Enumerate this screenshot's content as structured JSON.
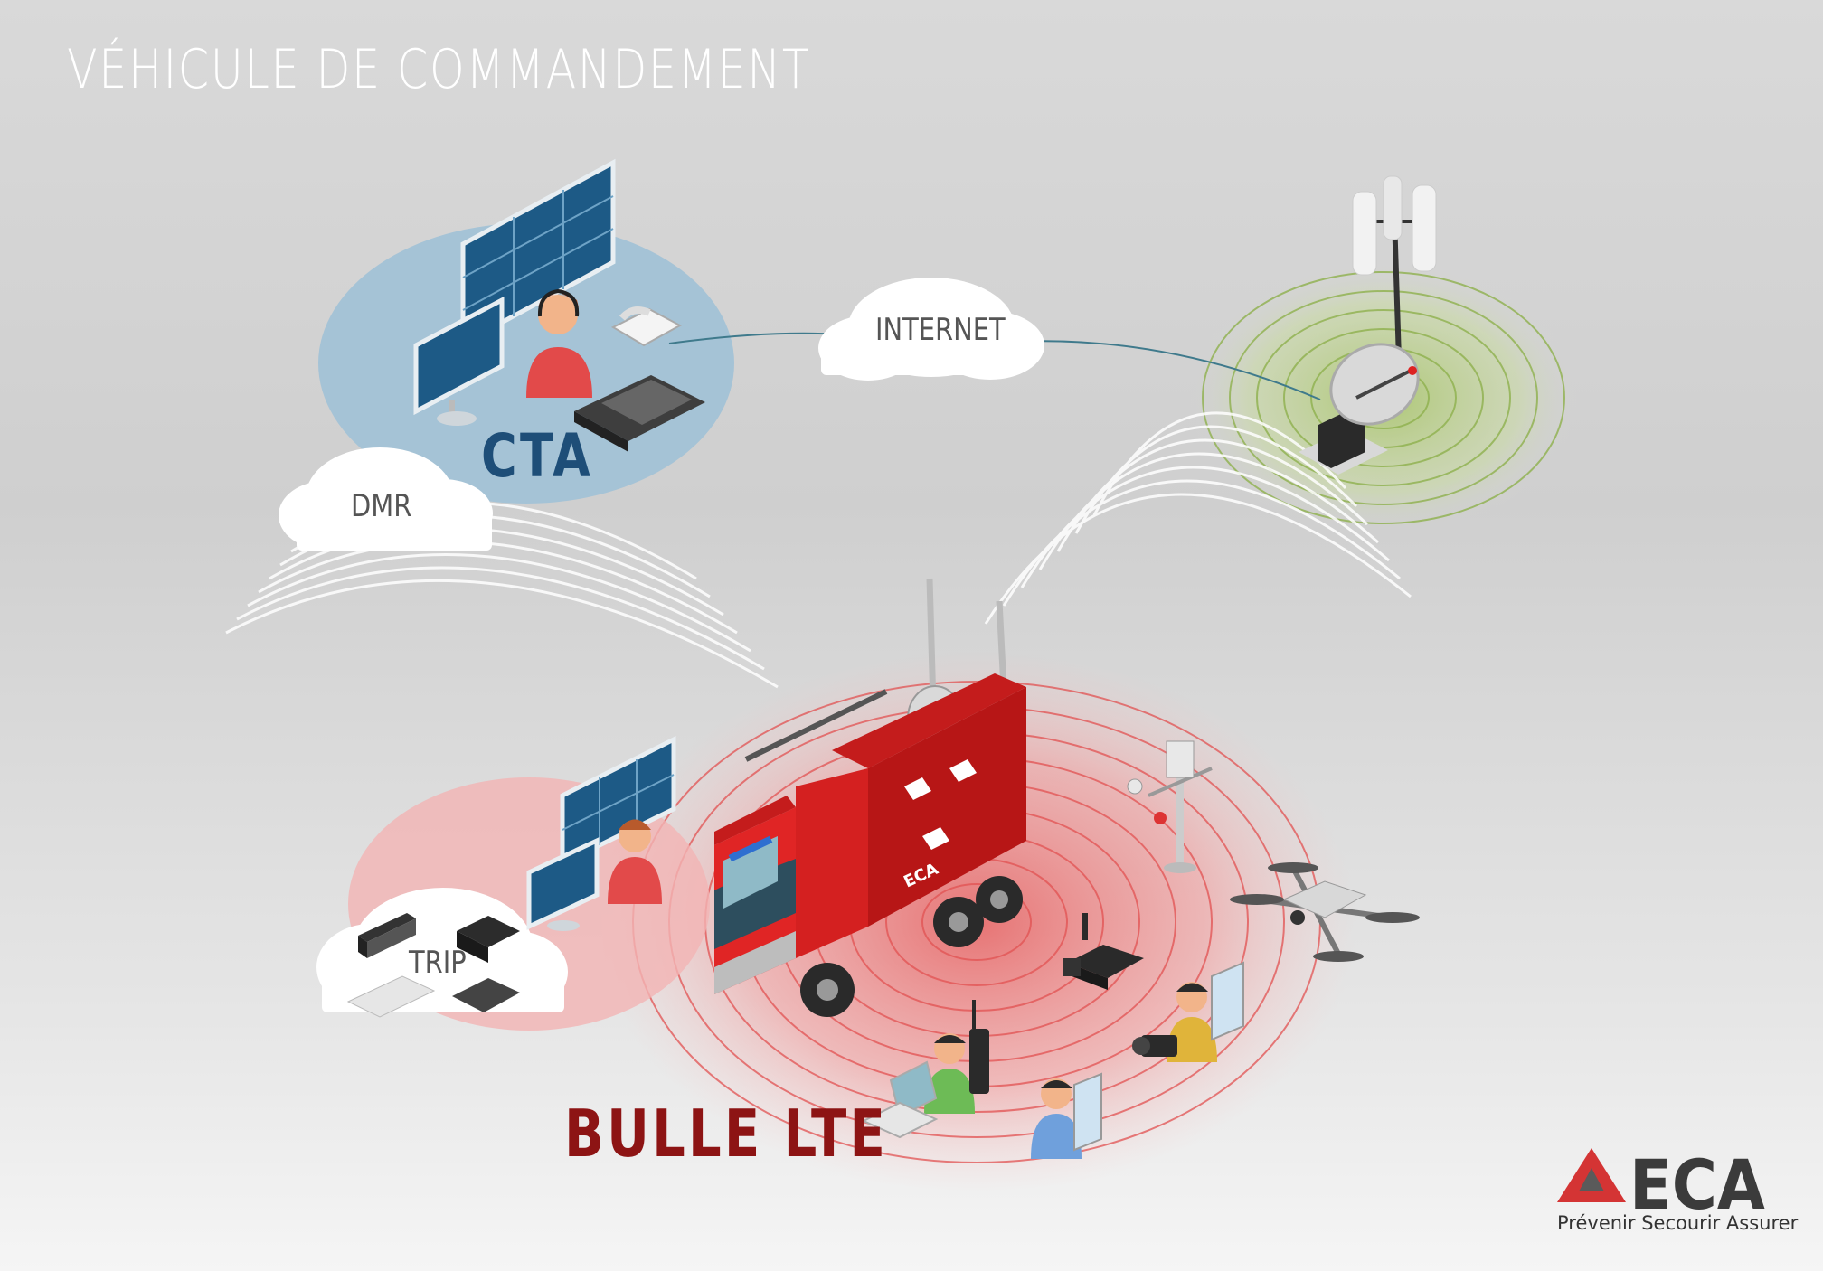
{
  "title": "VÉHICULE DE COMMANDEMENT",
  "nodes": {
    "cta": "CTA",
    "bulle_lte": "BULLE LTE"
  },
  "clouds": {
    "internet": "INTERNET",
    "dmr": "DMR",
    "trip": "TRIP"
  },
  "vehicle_logo": "ECA",
  "brand": {
    "name": "ECA",
    "slogan": "Prévenir Secourir Assurer"
  },
  "colors": {
    "cta_zone": "#9fc0d4",
    "lte_zone": "#f08a8a",
    "antenna_zone": "#b8d08a",
    "truck": "#d71f1f",
    "brand": "#d43434"
  },
  "icons": [
    "video-wall-icon",
    "operator-icon",
    "phone-icon",
    "console-icon",
    "cloud-icon",
    "antenna-mast-icon",
    "satellite-dish-icon",
    "fire-truck-icon",
    "weather-station-icon",
    "drone-icon",
    "camera-icon",
    "person-icon",
    "radio-icon",
    "laptop-icon",
    "tablet-icon",
    "radio-device-icon",
    "eca-logo-icon"
  ]
}
